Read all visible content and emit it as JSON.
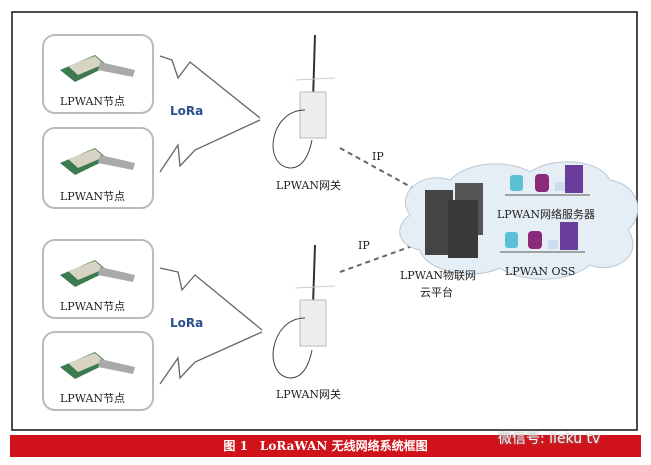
{
  "diagram": {
    "node_label": "LPWAN节点",
    "gateway_label": "LPWAN网关",
    "lora_logo": "LoRa",
    "ip_label": "IP",
    "platform_label_line1": "LPWAN物联网",
    "platform_label_line2": "云平台",
    "network_server_label": "LPWAN网络服务器",
    "oss_label": "LPWAN OSS"
  },
  "caption": "图 1　LoRaWAN 无线网络系统框图",
  "watermark": "微信号: iieku tv",
  "colors": {
    "caption_bg": "#d0121b",
    "frame": "#111111"
  }
}
